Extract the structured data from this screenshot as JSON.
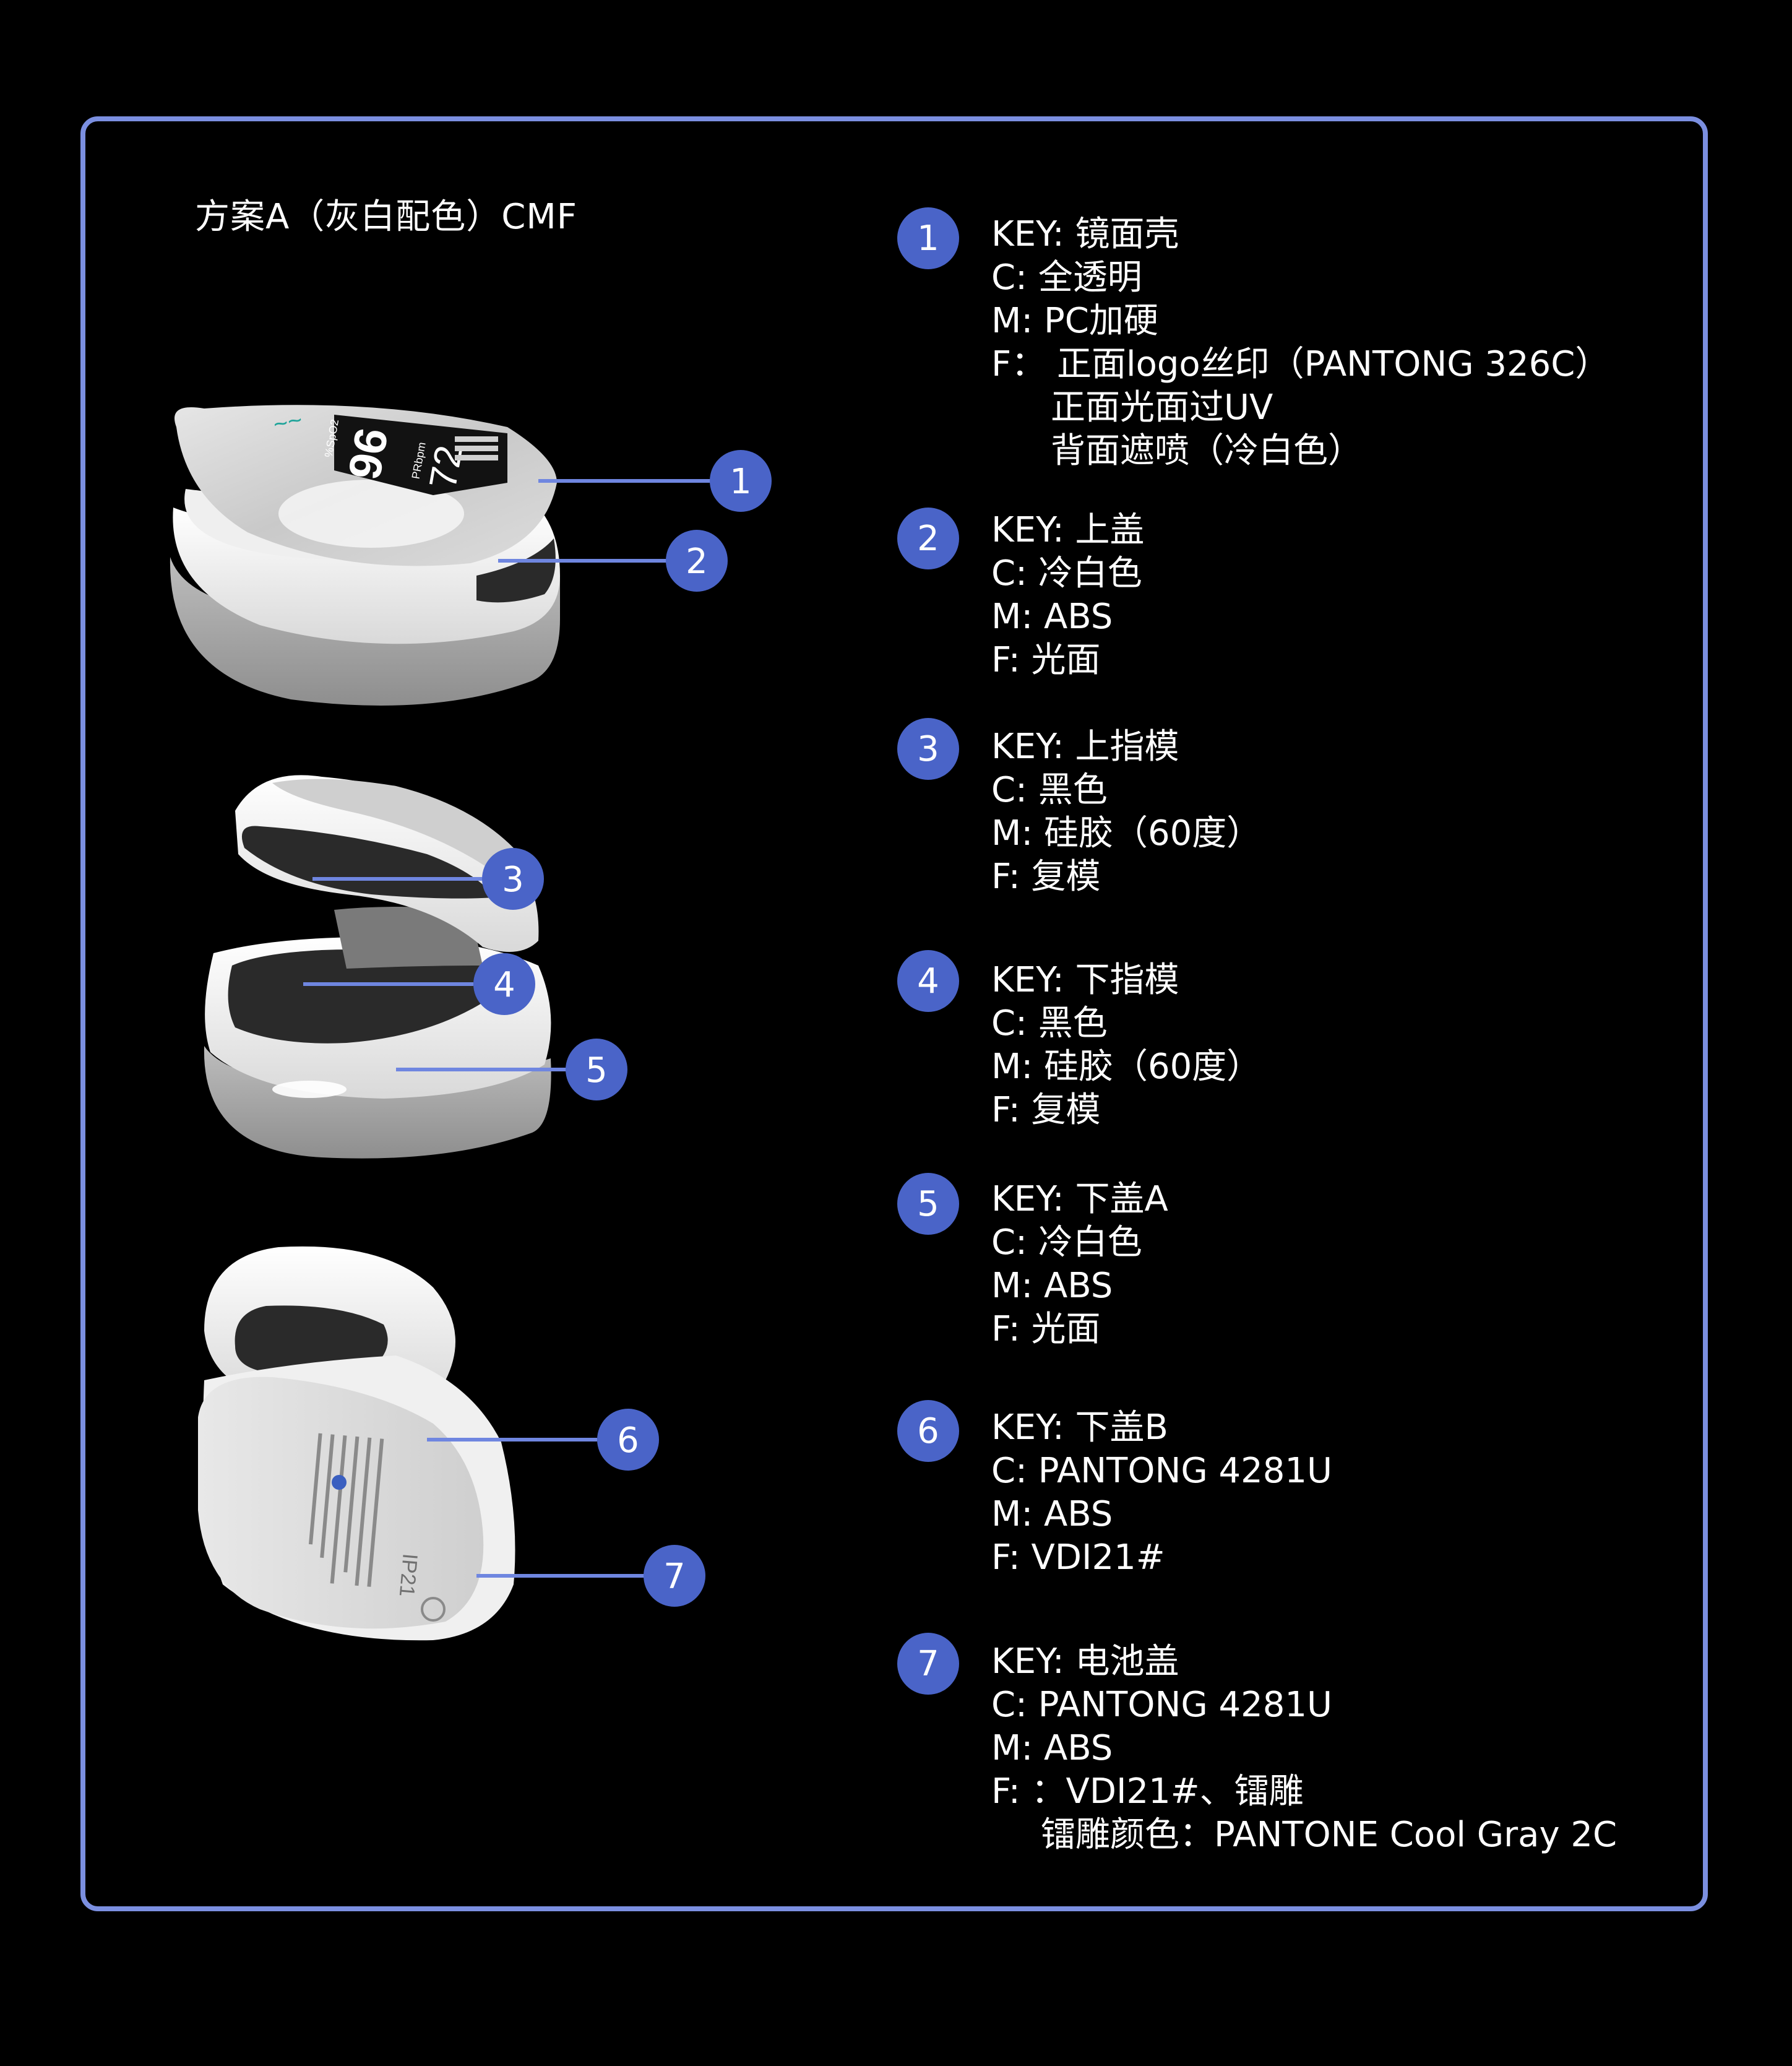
{
  "title": "方案A（灰白配色）CMF",
  "colors": {
    "frame": "#7b8fe0",
    "badge": "#4a64c8",
    "leader": "#6f86e0",
    "background": "#000000",
    "body_white": "#f2f2f2",
    "body_gray": "#a9a9a9",
    "pad_black": "#2a2a2a",
    "screen_black": "#121212",
    "logo_green": "#1fa49a"
  },
  "callouts": [
    "1",
    "2",
    "3",
    "4",
    "5",
    "6",
    "7"
  ],
  "device": {
    "spo2_label": "%SpO2",
    "spo2_value": "96",
    "pr_label": "PRbpm",
    "pr_value": "72",
    "rating_text": "IP21"
  },
  "specs": [
    {
      "number": "1",
      "lines": [
        "KEY:  镜面壳",
        "C:  全透明",
        "M:  PC加硬",
        "F：  正面logo丝印（PANTONG 326C）",
        "正面光面过UV",
        "背面遮喷（冷白色）"
      ]
    },
    {
      "number": "2",
      "lines": [
        "KEY: 上盖",
        "C:  冷白色",
        "M: ABS",
        "F:  光面"
      ]
    },
    {
      "number": "3",
      "lines": [
        "KEY: 上指模",
        "C:  黑色",
        "M: 硅胶（60度）",
        "F:  复模"
      ]
    },
    {
      "number": "4",
      "lines": [
        "KEY: 下指模",
        "C:  黑色",
        "M: 硅胶（60度）",
        "F:  复模"
      ]
    },
    {
      "number": "5",
      "lines": [
        "KEY: 下盖A",
        "C:  冷白色",
        "M: ABS",
        "F:  光面"
      ]
    },
    {
      "number": "6",
      "lines": [
        "KEY: 下盖B",
        "C:  PANTONG 4281U",
        "M: ABS",
        "F:  VDI21#"
      ]
    },
    {
      "number": "7",
      "lines": [
        "KEY:  电池盖",
        "C:  PANTONG 4281U",
        "M: ABS",
        "F:  ：VDI21#、镭雕",
        "镭雕颜色：PANTONE Cool Gray 2C"
      ]
    }
  ]
}
